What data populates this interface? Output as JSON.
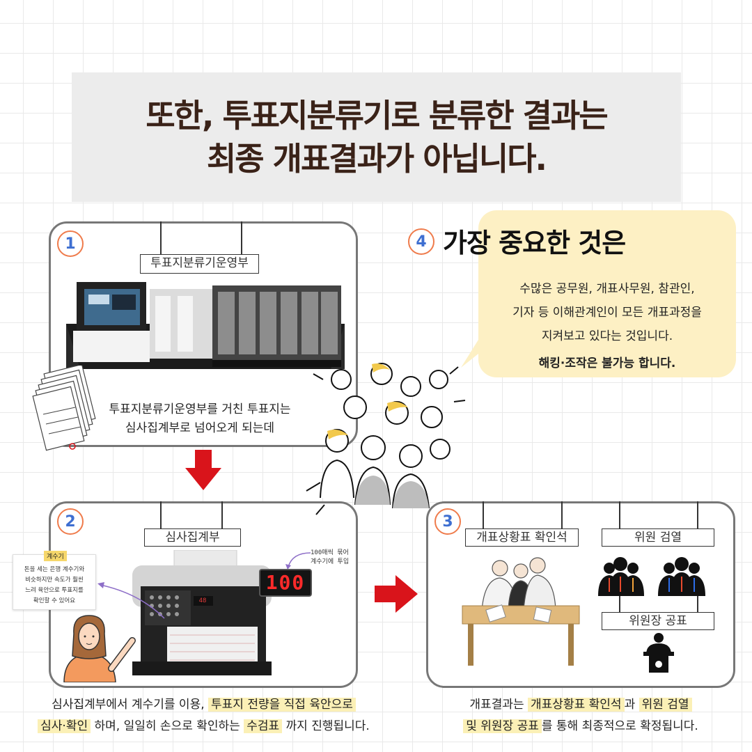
{
  "header": {
    "line1": "또한, 투표지분류기로 분류한 결과는",
    "line2": "최종 개표결과가 아닙니다."
  },
  "step1": {
    "number": "1",
    "label": "투표지분류기운영부",
    "caption_line1": "투표지분류기운영부를 거친 투표지는",
    "caption_line2": "심사집계부로 넘어오게 되는데"
  },
  "step2": {
    "number": "2",
    "label": "심사집계부",
    "counter_tag": "계수기",
    "counter_note_lines": [
      "돈을 세는 은행 계수기와",
      "비슷하지만 속도가 훨씬",
      "느려 육안으로 투표지를",
      "확인할 수 있어요"
    ],
    "handwritten_lines": [
      "100매씩 묶어",
      "계수기에 투입"
    ],
    "display_value": "100",
    "screen_value": "48",
    "caption_line1_pre": "심사집계부에서 계수기를 이용,",
    "caption_line1_hl": "투표지 전량을 직접 육안으로",
    "caption_line2_hl1": "심사·확인",
    "caption_line2_mid": " 하며, 일일히 손으로 확인하는 ",
    "caption_line2_hl2": "수검표",
    "caption_line2_post": " 까지 진행됩니다."
  },
  "step3": {
    "number": "3",
    "label_confirm": "개표상황표 확인석",
    "label_review": "위원 검열",
    "label_announce": "위원장 공표",
    "caption_line1_pre": "개표결과는 ",
    "caption_line1_hl1": "개표상황표 확인석",
    "caption_line1_mid": "과 ",
    "caption_line1_hl2": "위원 검열",
    "caption_line2_hl": "및 위원장 공표",
    "caption_line2_post": "를 통해 최종적으로 확정됩니다."
  },
  "step4": {
    "number": "4",
    "title": "가장 중요한 것은",
    "body_lines": [
      "수많은 공무원, 개표사무원, 참관인,",
      "기자 등 이해관계인이 모든 개표과정을",
      "지켜보고 있다는 것입니다."
    ],
    "strong": "해킹·조작은 불가능 합니다."
  },
  "colors": {
    "accent_orange": "#ef7b4b",
    "number_blue": "#3e6fd1",
    "arrow_red": "#d9141b",
    "highlight": "#fbf0b6",
    "callout_bg": "#fdf0c4",
    "header_text": "#3a2218"
  }
}
